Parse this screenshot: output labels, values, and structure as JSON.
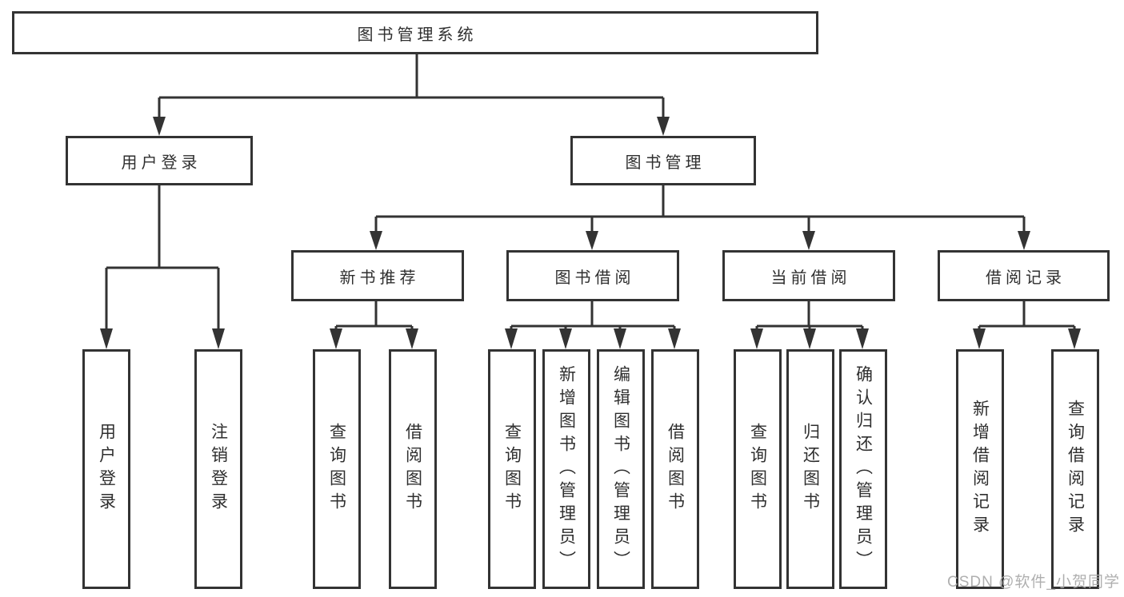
{
  "diagram": {
    "title": "图书管理系统",
    "level2": {
      "user_login_group": "用户登录",
      "book_management": "图书管理"
    },
    "level3": {
      "new_book_recommend": "新书推荐",
      "book_borrow": "图书借阅",
      "current_borrow": "当前借阅",
      "borrow_record": "借阅记录"
    },
    "leaves": {
      "user_login": "用户登录",
      "logout": "注销登录",
      "nbr_query_book": "查询图书",
      "nbr_borrow_book": "借阅图书",
      "bb_query_book": "查询图书",
      "bb_add_book": "新增图书（管理员）",
      "bb_edit_book": "编辑图书（管理员）",
      "bb_borrow_book": "借阅图书",
      "cb_query_book": "查询图书",
      "cb_return_book": "归还图书",
      "cb_confirm_return": "确认归还（管理员）",
      "br_add_record": "新增借阅记录",
      "br_query_record": "查询借阅记录"
    },
    "watermark": "CSDN @软件_小贺同学",
    "colors": {
      "line": "#333333",
      "text": "#2f2f2f",
      "watermark": "#a9a9a9",
      "background": "#ffffff"
    }
  }
}
